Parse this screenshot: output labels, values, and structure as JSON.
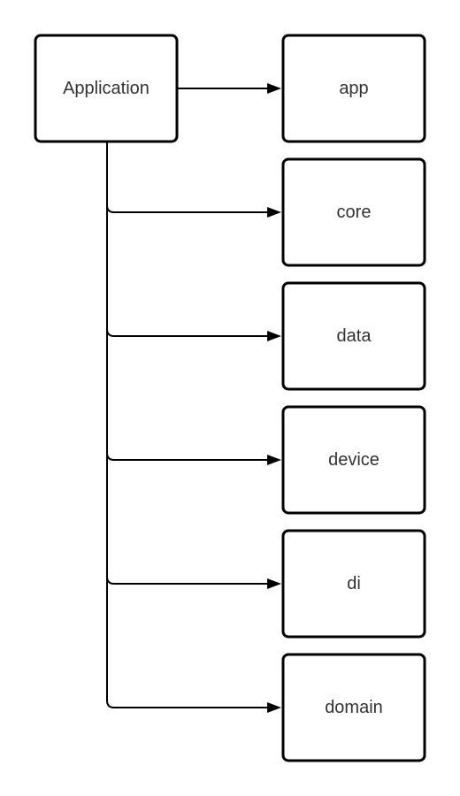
{
  "diagram": {
    "root": {
      "label": "Application"
    },
    "children": [
      {
        "label": "app"
      },
      {
        "label": "core"
      },
      {
        "label": "data"
      },
      {
        "label": "device"
      },
      {
        "label": "di"
      },
      {
        "label": "domain"
      }
    ]
  }
}
